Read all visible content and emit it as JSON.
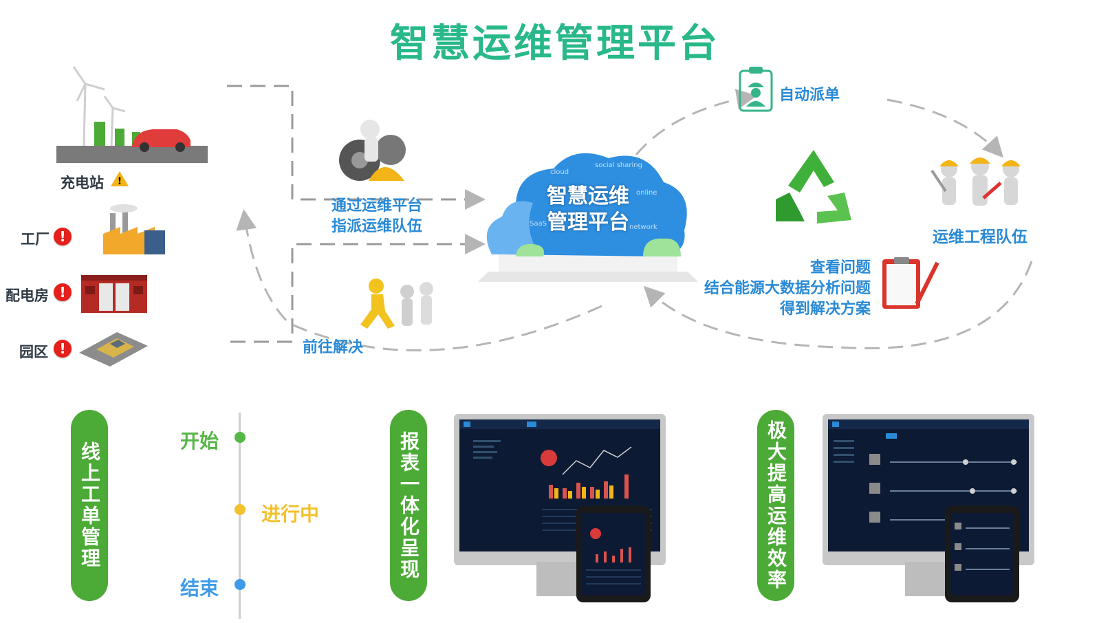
{
  "title": "智慧运维管理平台",
  "sites": {
    "charging": "充电站",
    "factory": "工厂",
    "power_room": "配电房",
    "park": "园区"
  },
  "alert_symbol": "!",
  "warning_symbol": "!",
  "flow": {
    "assign": [
      "通过运维平台",
      "指派运维队伍"
    ],
    "go_solve": "前往解决",
    "auto_dispatch": "自动派单",
    "team": "运维工程队伍",
    "analysis": [
      "查看问题",
      "结合能源大数据分析问题",
      "得到解决方案"
    ]
  },
  "cloud": {
    "line1": "智慧运维",
    "line2": "管理平台",
    "tags": [
      "social sharing",
      "SaaS",
      "cloud",
      "online",
      "network"
    ]
  },
  "features": {
    "ticket": "线上工单管理",
    "report": "报表一体化呈现",
    "efficiency": "极大提高运维效率"
  },
  "stages": [
    {
      "label": "开始",
      "color": "#56b647"
    },
    {
      "label": "进行中",
      "color": "#f2c12e"
    },
    {
      "label": "结束",
      "color": "#3d9be9"
    }
  ],
  "colors": {
    "title": "#28b88a",
    "pill": "#4caa37",
    "blue_text": "#2a8ad6",
    "alert": "#e3201c"
  },
  "icons": [
    "wind-turbine-icon",
    "warning-icon",
    "alert-icon",
    "gear-worker-icon",
    "runner-icon",
    "dispatch-icon",
    "recycle-icon",
    "clipboard-icon",
    "engineer-team-icon",
    "monitor-icon",
    "tablet-icon"
  ]
}
